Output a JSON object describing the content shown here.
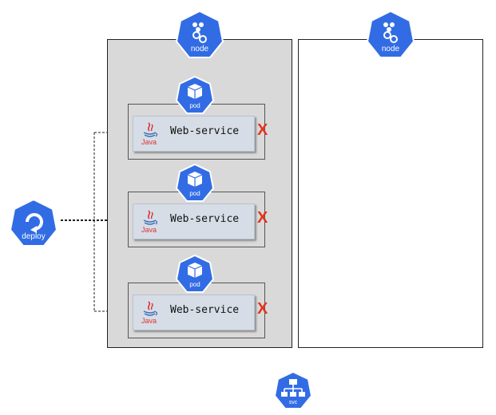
{
  "nodes": [
    {
      "label": "node",
      "state": "filled"
    },
    {
      "label": "node",
      "state": "empty"
    }
  ],
  "pods": [
    {
      "label": "pod",
      "container": {
        "name": "Web-service",
        "runtime": "Java",
        "status_mark": "X"
      }
    },
    {
      "label": "pod",
      "container": {
        "name": "Web-service",
        "runtime": "Java",
        "status_mark": "X"
      }
    },
    {
      "label": "pod",
      "container": {
        "name": "Web-service",
        "runtime": "Java",
        "status_mark": "X"
      }
    }
  ],
  "deploy": {
    "label": "deploy"
  },
  "svc": {
    "label": "svc"
  },
  "colors": {
    "k8s_blue": "#326ce5",
    "failure_red": "#e0341c",
    "container_bg": "#d6dde6"
  }
}
